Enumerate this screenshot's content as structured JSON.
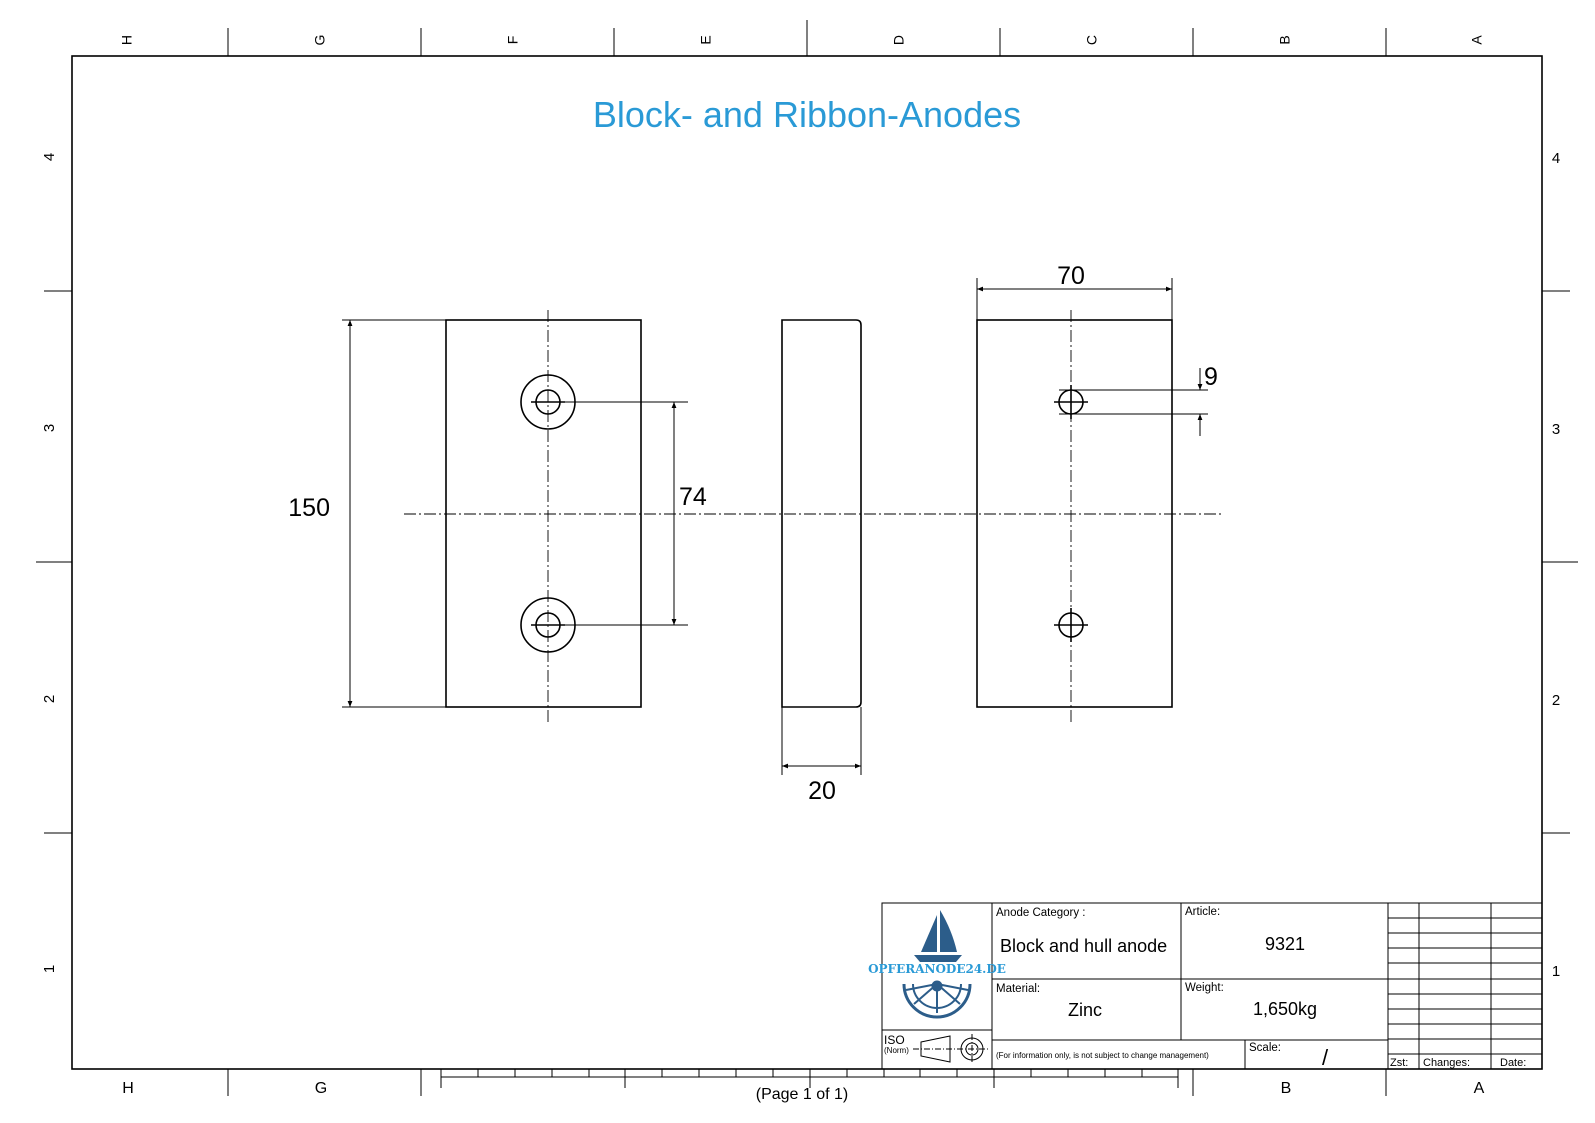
{
  "title": "Block- and Ribbon-Anodes",
  "zones_top": [
    "H",
    "G",
    "F",
    "E",
    "D",
    "C",
    "B",
    "A"
  ],
  "zones_bottom": [
    "H",
    "G",
    "B",
    "A"
  ],
  "zones_left": [
    "4",
    "3",
    "2",
    "1"
  ],
  "zones_right": [
    "4",
    "3",
    "2",
    "1"
  ],
  "dimensions": {
    "height": "150",
    "hole_spacing": "74",
    "thickness": "20",
    "width": "70",
    "hole_diameter": "9"
  },
  "title_block": {
    "logo_text": "OPFERANODE24.DE",
    "anode_category_label": "Anode Category :",
    "anode_category_value": "Block and hull anode",
    "article_label": "Article:",
    "article_value": "9321",
    "material_label": "Material:",
    "material_value": "Zinc",
    "weight_label": "Weight:",
    "weight_value": "1,650kg",
    "iso_label": "ISO",
    "norm_label": "(Norm)",
    "disclaimer": "(For information only, is not subject to change management)",
    "scale_label": "Scale:",
    "scale_value": "/",
    "zst_label": "Zst:",
    "changes_label": "Changes:",
    "date_label": "Date:"
  },
  "page_label": "(Page 1 of 1)",
  "colors": {
    "title": "#2a9ad6",
    "logo": "#2c5d8a"
  }
}
